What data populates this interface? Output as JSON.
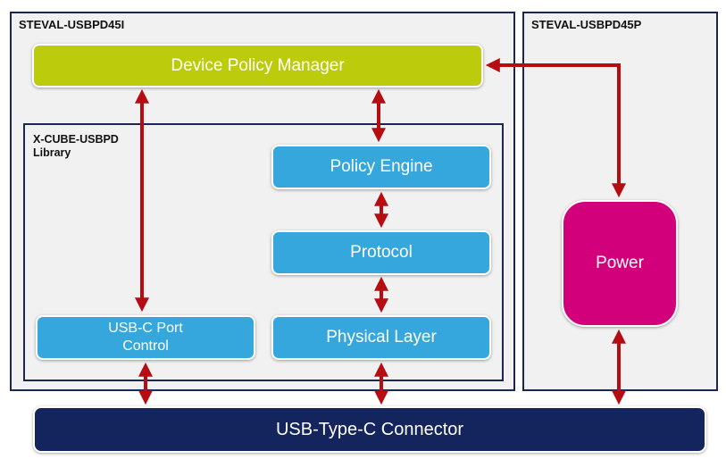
{
  "boards": {
    "left": {
      "label": "STEVAL-USBPD45I"
    },
    "right": {
      "label": "STEVAL-USBPD45P"
    }
  },
  "library": {
    "label_line1": "X-CUBE-USBPD",
    "label_line2": "Library"
  },
  "blocks": {
    "device_policy_manager": "Device Policy Manager",
    "policy_engine": "Policy Engine",
    "protocol": "Protocol",
    "physical_layer": "Physical Layer",
    "port_control_line1": "USB-C Port",
    "port_control_line2": "Control",
    "power": "Power",
    "connector": "USB-Type-C Connector"
  },
  "colors": {
    "dpm": "#bccb0c",
    "library_blocks": "#36a7dc",
    "power": "#d3007b",
    "connector": "#14245c",
    "arrows": "#b50d12",
    "board_border": "#1b2750"
  },
  "connections": [
    {
      "from": "Device Policy Manager",
      "to": "USB-C Port Control",
      "direction": "bidirectional"
    },
    {
      "from": "Device Policy Manager",
      "to": "Policy Engine",
      "direction": "bidirectional"
    },
    {
      "from": "Policy Engine",
      "to": "Protocol",
      "direction": "bidirectional"
    },
    {
      "from": "Protocol",
      "to": "Physical Layer",
      "direction": "bidirectional"
    },
    {
      "from": "Physical Layer",
      "to": "USB-Type-C Connector",
      "direction": "bidirectional"
    },
    {
      "from": "USB-C Port Control",
      "to": "USB-Type-C Connector",
      "direction": "bidirectional"
    },
    {
      "from": "Device Policy Manager",
      "to": "Power",
      "direction": "bidirectional"
    },
    {
      "from": "Power",
      "to": "USB-Type-C Connector",
      "direction": "bidirectional"
    }
  ]
}
